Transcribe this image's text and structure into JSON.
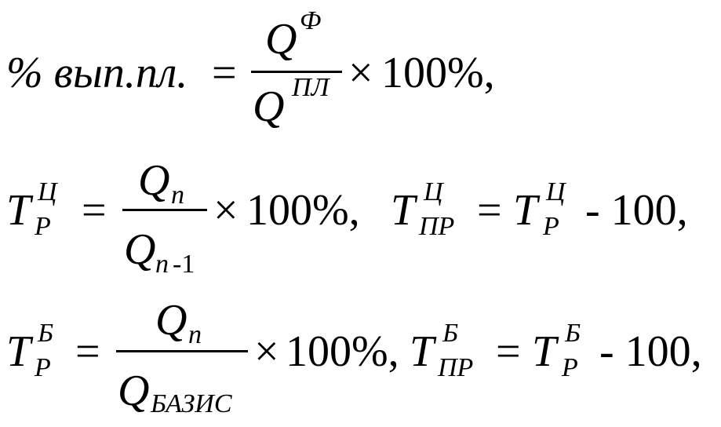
{
  "eq1": {
    "lhs": "% вып.пл.",
    "eq": "=",
    "num_base": "Q",
    "num_sup": "Ф",
    "den_base": "Q",
    "den_sup": "ПЛ",
    "times": "×",
    "tail": "100%,"
  },
  "eq2": {
    "lhs_base": "T",
    "lhs_sup": "Ц",
    "lhs_sub": "P",
    "eq": "=",
    "num_base": "Q",
    "num_sub": "n",
    "den_base": "Q",
    "den_sub_var": "n",
    "den_sub_rest": "-1",
    "times": "×",
    "mid": "100%,",
    "rhs1_base": "T",
    "rhs1_sup": "Ц",
    "rhs1_sub": "ПР",
    "eq2": "=",
    "rhs2_base": "T",
    "rhs2_sup": "Ц",
    "rhs2_sub": "P",
    "tail": "- 100,"
  },
  "eq3": {
    "lhs_base": "T",
    "lhs_sup": "Б",
    "lhs_sub": "P",
    "eq": "=",
    "num_base": "Q",
    "num_sub": "n",
    "den_base": "Q",
    "den_sub": "БАЗИС",
    "times": "×",
    "mid": "100%,",
    "rhs1_base": "T",
    "rhs1_sup": "Б",
    "rhs1_sub": "ПР",
    "eq2": "=",
    "rhs2_base": "T",
    "rhs2_sup": "Б",
    "rhs2_sub": "P",
    "tail": "- 100,"
  }
}
